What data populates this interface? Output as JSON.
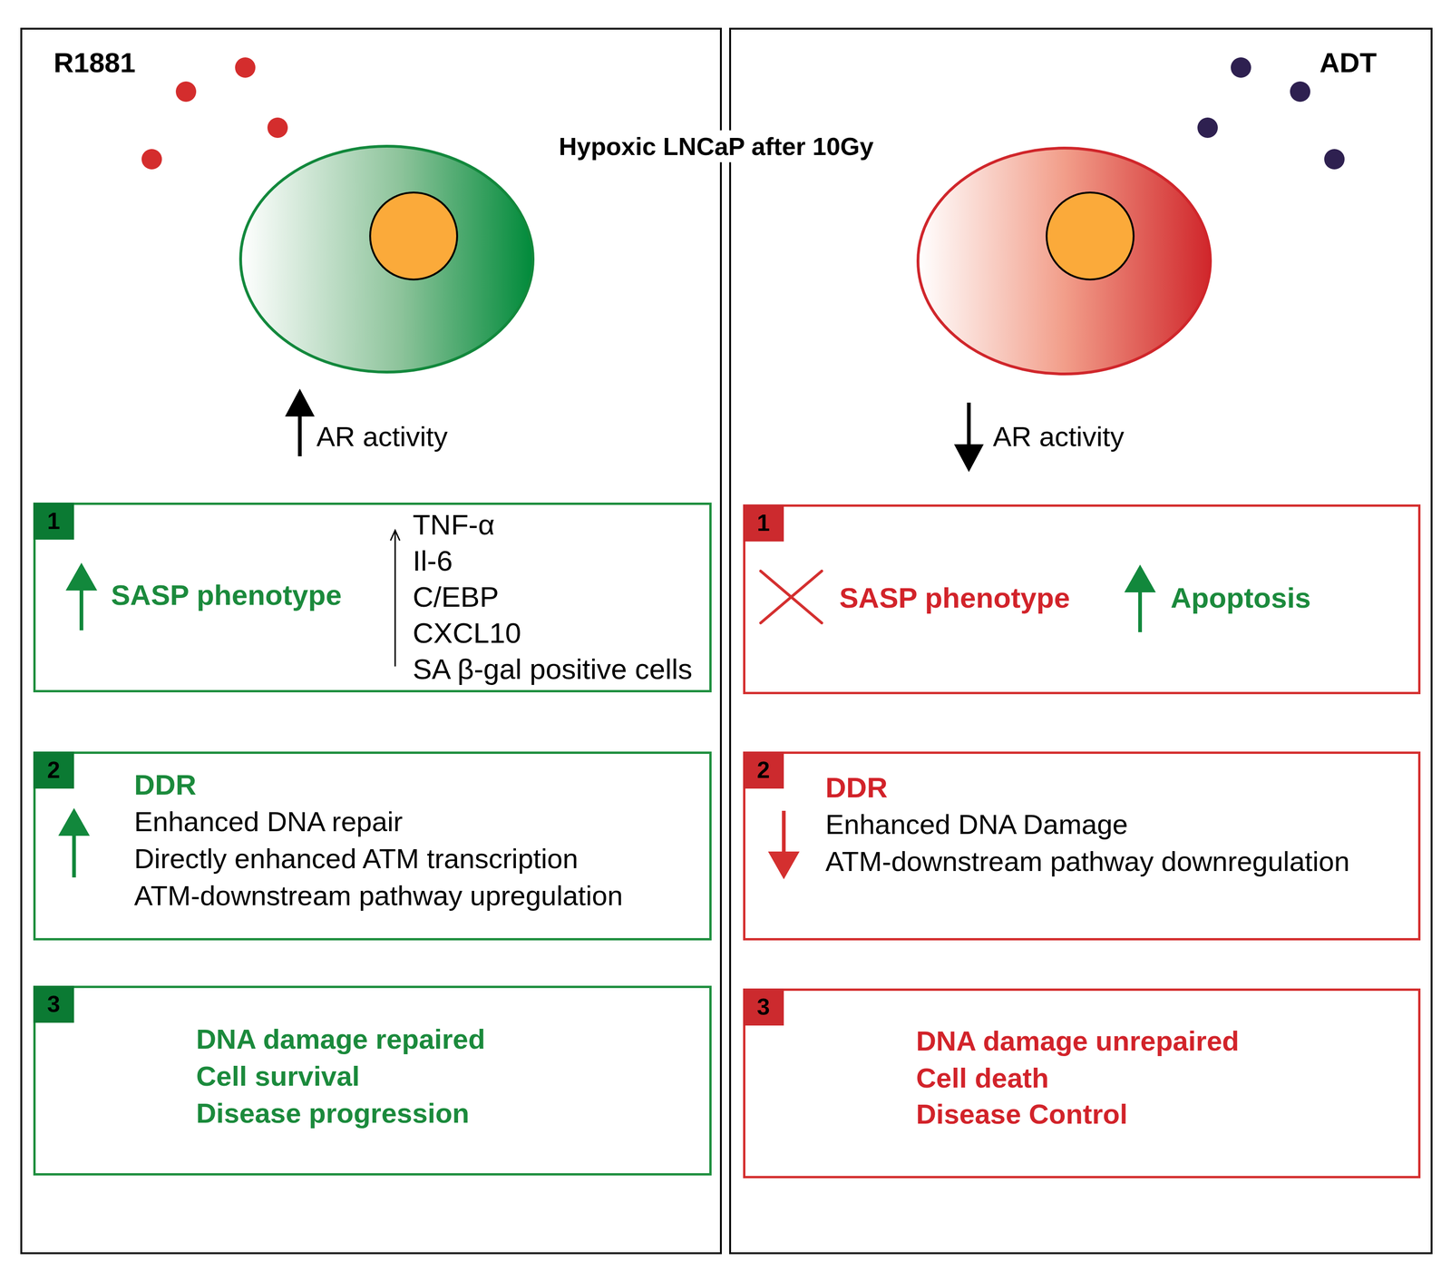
{
  "diagram": {
    "title": "Hypoxic LNCaP after 10Gy",
    "nodes": [
      {
        "text": [
          "R1881"
        ]
      },
      {
        "text": [
          "1",
          "SASP phenotype",
          "TNF-α",
          "Il-6",
          "C/EBP",
          "CXCL10",
          "SA β-gal positive cells"
        ],
        "in": 0
      },
      {
        "text": [
          "2",
          "DDR",
          "Enhanced DNA repair",
          "Directly enhanced ATM transcription",
          "ATM-downstream pathway upregulation"
        ],
        "in": 0
      },
      {
        "text": [
          "3",
          "DNA damage repaired",
          "Cell survival",
          "Disease progression"
        ],
        "in": 0
      },
      {
        "text": [
          "ADT"
        ]
      },
      {
        "text": [
          "1",
          "SASP phenotype",
          "Apoptosis"
        ],
        "in": 4
      },
      {
        "text": [
          "2",
          "DDR",
          "Enhanced DNA Damage",
          "ATM-downstream pathway downregulation"
        ],
        "in": 4
      },
      {
        "text": [
          "3",
          "DNA damage unrepaired",
          "Cell death",
          "Disease Control"
        ],
        "in": 4
      }
    ],
    "labels": [
      "AR activity",
      "AR activity"
    ]
  }
}
